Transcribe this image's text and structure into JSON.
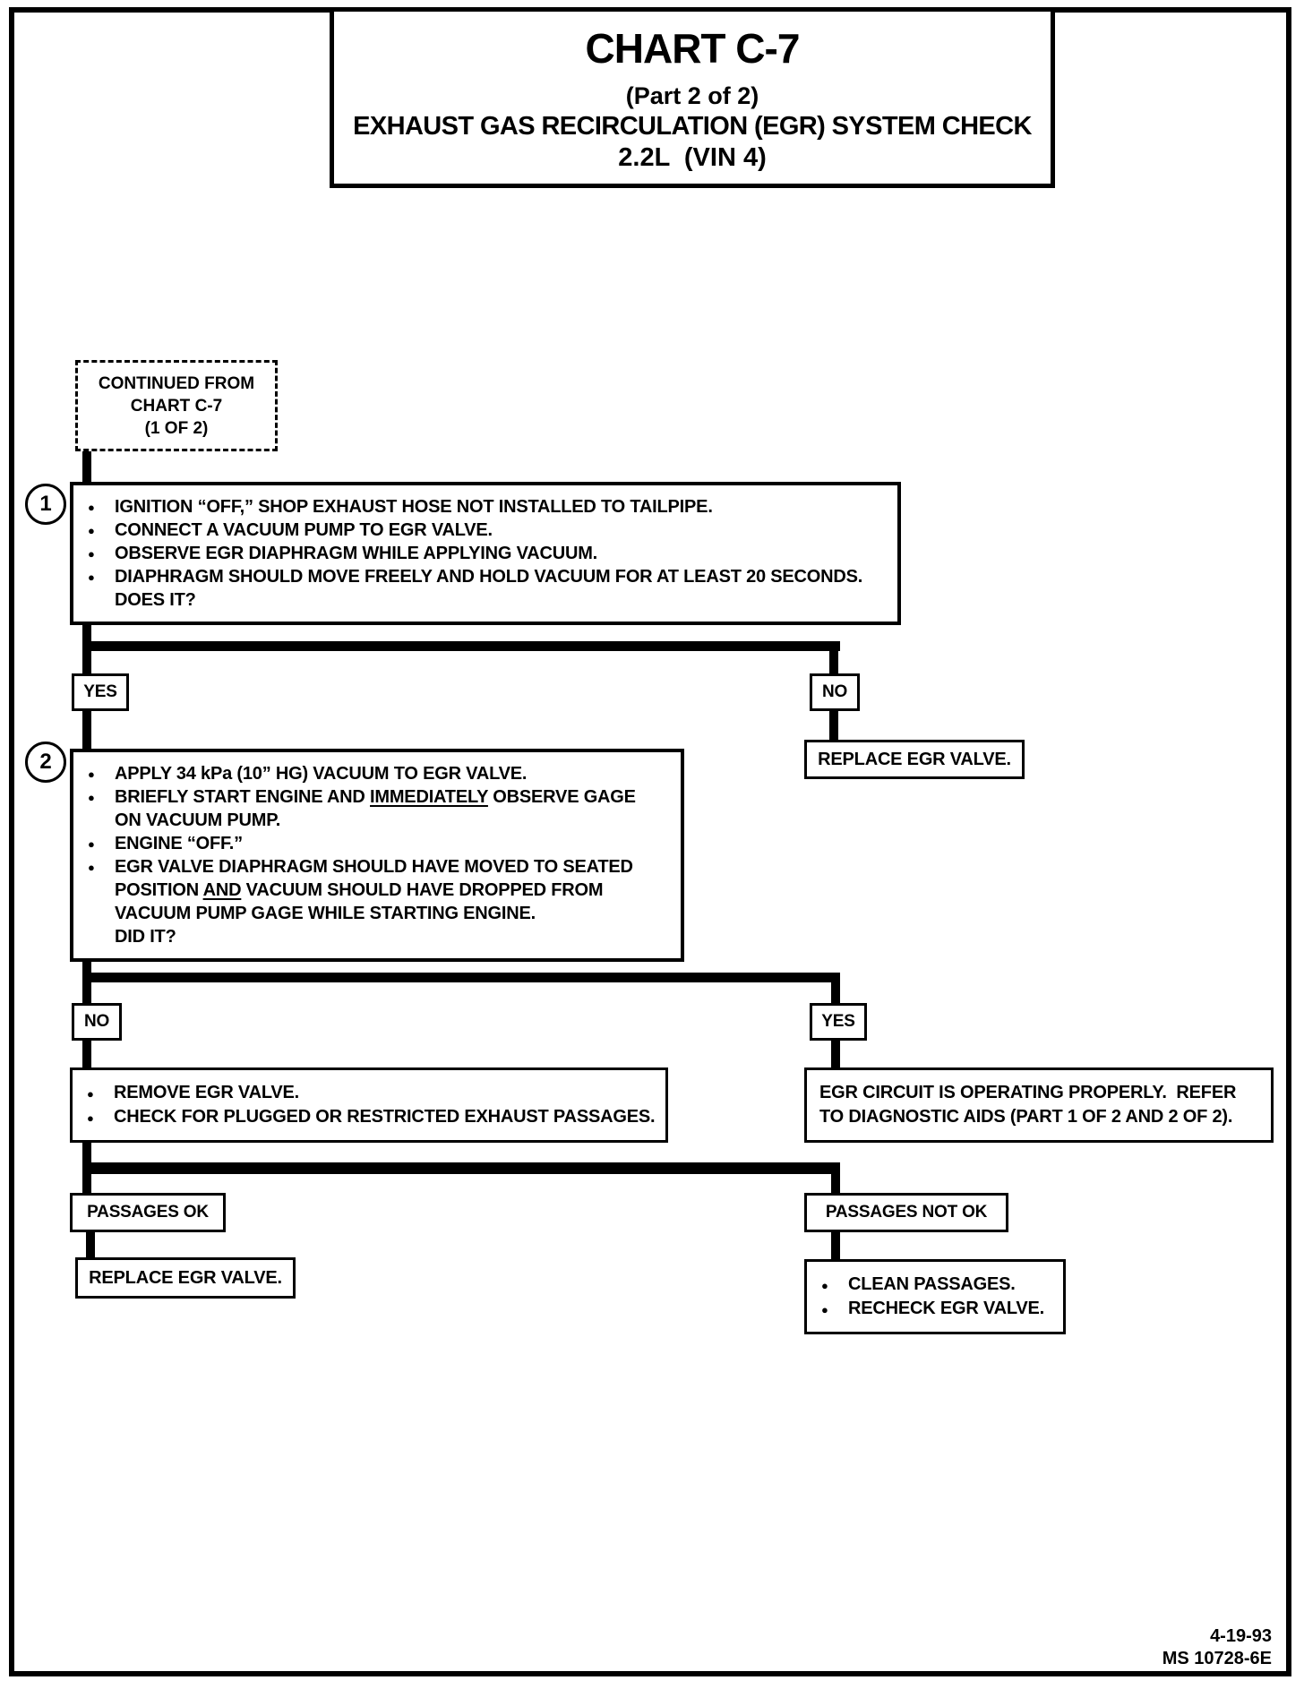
{
  "page": {
    "title": [
      "CHART C-7",
      "(Part 2 of 2)",
      "EXHAUST GAS RECIRCULATION (EGR) SYSTEM CHECK",
      "2.2L  (VIN 4)"
    ],
    "footer": [
      "4-19-93",
      "MS 10728-6E"
    ]
  },
  "flow": {
    "continued": {
      "lines": [
        "CONTINUED FROM",
        "CHART C-7",
        "(1 OF 2)"
      ]
    },
    "step1": {
      "number": "1",
      "lines": [
        {
          "b": true,
          "seg": [
            {
              "t": "IGNITION “OFF,” SHOP EXHAUST HOSE NOT INSTALLED TO TAILPIPE."
            }
          ]
        },
        {
          "b": true,
          "seg": [
            {
              "t": "CONNECT A VACUUM PUMP TO EGR VALVE."
            }
          ]
        },
        {
          "b": true,
          "seg": [
            {
              "t": "OBSERVE EGR DIAPHRAGM WHILE APPLYING VACUUM."
            }
          ]
        },
        {
          "b": true,
          "seg": [
            {
              "t": "DIAPHRAGM SHOULD MOVE FREELY AND HOLD VACUUM FOR AT LEAST 20 SECONDS."
            }
          ]
        },
        {
          "b": false,
          "seg": [
            {
              "t": "DOES IT?"
            }
          ]
        }
      ]
    },
    "decision1": {
      "yes": "YES",
      "no": "NO"
    },
    "replace_egr_valve_right": "REPLACE EGR VALVE.",
    "step2": {
      "number": "2",
      "lines": [
        {
          "b": true,
          "seg": [
            {
              "t": "APPLY 34 kPa (10” HG) VACUUM TO EGR VALVE."
            }
          ]
        },
        {
          "b": true,
          "seg": [
            {
              "t": "BRIEFLY START ENGINE AND "
            },
            {
              "t": "IMMEDIATELY",
              "u": true
            },
            {
              "t": " OBSERVE GAGE"
            }
          ]
        },
        {
          "b": false,
          "seg": [
            {
              "t": "ON VACUUM PUMP."
            }
          ]
        },
        {
          "b": true,
          "seg": [
            {
              "t": "ENGINE “OFF.”"
            }
          ]
        },
        {
          "b": true,
          "seg": [
            {
              "t": "EGR VALVE DIAPHRAGM SHOULD HAVE MOVED TO SEATED"
            }
          ]
        },
        {
          "b": false,
          "seg": [
            {
              "t": "POSITION "
            },
            {
              "t": "AND",
              "u": true
            },
            {
              "t": " VACUUM SHOULD HAVE DROPPED FROM"
            }
          ]
        },
        {
          "b": false,
          "seg": [
            {
              "t": "VACUUM PUMP GAGE WHILE STARTING ENGINE."
            }
          ]
        },
        {
          "b": false,
          "seg": [
            {
              "t": "DID IT?"
            }
          ]
        }
      ]
    },
    "decision2": {
      "no": "NO",
      "yes": "YES"
    },
    "remove_egr": {
      "lines": [
        {
          "b": true,
          "seg": [
            {
              "t": "REMOVE EGR VALVE."
            }
          ]
        },
        {
          "b": true,
          "seg": [
            {
              "t": "CHECK FOR PLUGGED OR RESTRICTED EXHAUST PASSAGES."
            }
          ]
        }
      ]
    },
    "egr_ok": {
      "lines": [
        {
          "b": false,
          "seg": [
            {
              "t": "EGR CIRCUIT IS OPERATING PROPERLY.  REFER"
            }
          ]
        },
        {
          "b": false,
          "seg": [
            {
              "t": "TO DIAGNOSTIC AIDS (PART 1 OF 2 AND 2 OF 2)."
            }
          ]
        }
      ]
    },
    "decision3": {
      "ok": "PASSAGES OK",
      "not_ok": "PASSAGES NOT OK"
    },
    "replace_egr_valve_bottom": "REPLACE EGR VALVE.",
    "clean": {
      "lines": [
        {
          "b": true,
          "seg": [
            {
              "t": "CLEAN PASSAGES."
            }
          ]
        },
        {
          "b": true,
          "seg": [
            {
              "t": "RECHECK EGR VALVE."
            }
          ]
        }
      ]
    }
  }
}
